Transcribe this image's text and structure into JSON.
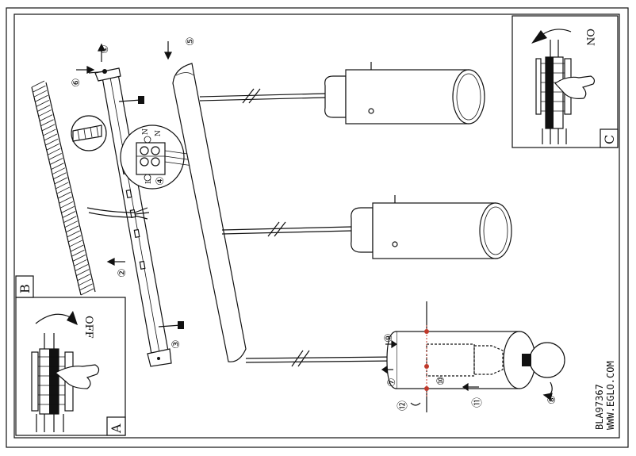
{
  "panels": {
    "main": {
      "label": "B"
    },
    "off_panel": {
      "label": "A",
      "switch_text": "OFF"
    },
    "on_panel": {
      "label": "C",
      "switch_text": "ON"
    }
  },
  "steps": [
    "①",
    "②",
    "③",
    "④",
    "⑤",
    "⑥",
    "⑦",
    "⑧",
    "⑨",
    "⑩",
    "⑪",
    "⑫"
  ],
  "terminal_letters": [
    "N",
    "N",
    "L"
  ],
  "footer": {
    "model": "BLA97367",
    "website": "WWW.EGLO.COM"
  },
  "colors": {
    "ink": "#111111",
    "paper": "#ffffff",
    "wire_red": "#c0392b"
  }
}
